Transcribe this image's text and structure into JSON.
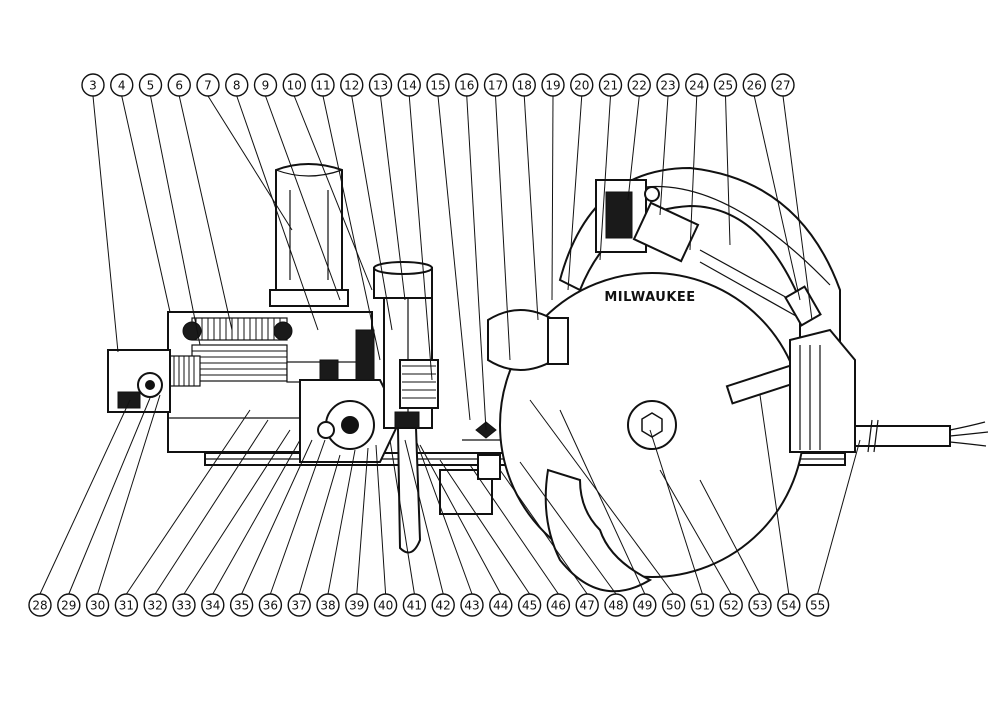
{
  "brand_label": "MILWAUKEE",
  "callouts_top": [
    "3",
    "4",
    "5",
    "6",
    "7",
    "8",
    "9",
    "10",
    "11",
    "12",
    "13",
    "14",
    "15",
    "16",
    "17",
    "18",
    "19",
    "20",
    "21",
    "22",
    "23",
    "24",
    "25",
    "26",
    "27"
  ],
  "callouts_bottom": [
    "28",
    "29",
    "30",
    "31",
    "32",
    "33",
    "34",
    "35",
    "36",
    "37",
    "38",
    "39",
    "40",
    "41",
    "42",
    "43",
    "44",
    "45",
    "46",
    "47",
    "48",
    "49",
    "50",
    "51",
    "52",
    "53",
    "54",
    "55"
  ]
}
